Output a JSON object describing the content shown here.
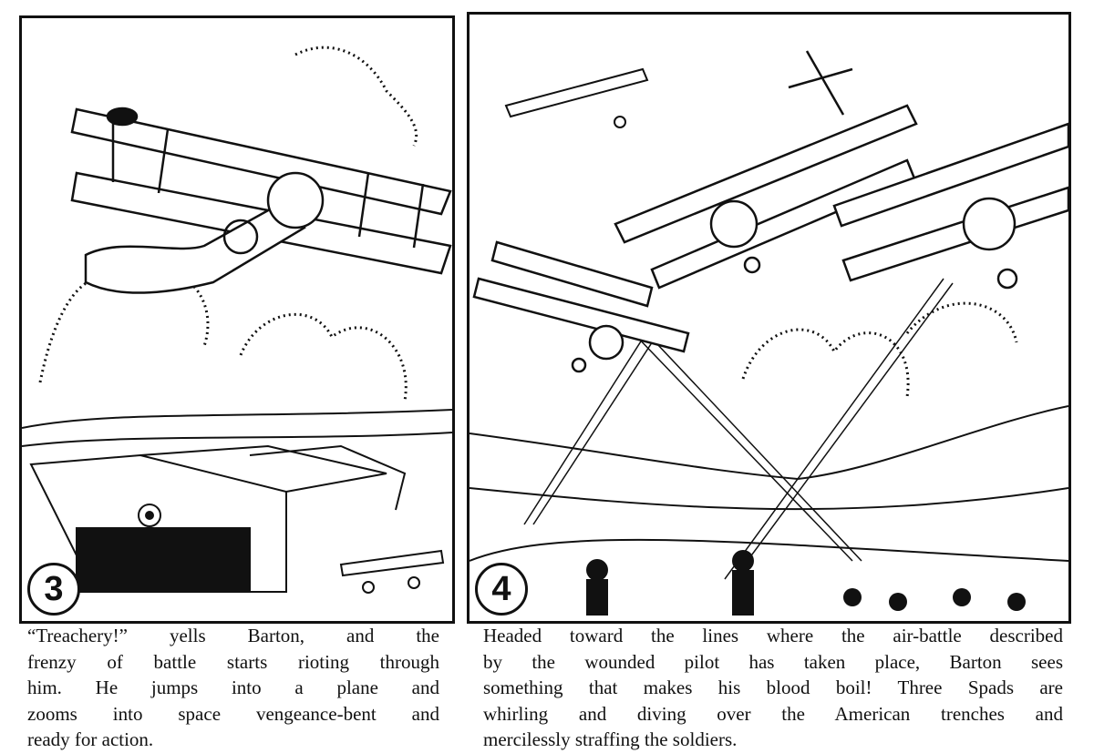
{
  "panels": [
    {
      "number": "3",
      "caption_lines": [
        "“Treachery!” yells Barton, and the",
        "frenzy of battle starts rioting through",
        "him.  He jumps into a plane and",
        "zooms into space vengeance-bent and",
        "ready for action."
      ]
    },
    {
      "number": "4",
      "caption_lines": [
        "Headed toward the lines where the air-battle described",
        "by the wounded pilot has taken place, Barton sees",
        "something that makes his blood boil!  Three Spads are",
        "whirling and diving over the American trenches and",
        "mercilessly straffing the soldiers."
      ]
    }
  ]
}
